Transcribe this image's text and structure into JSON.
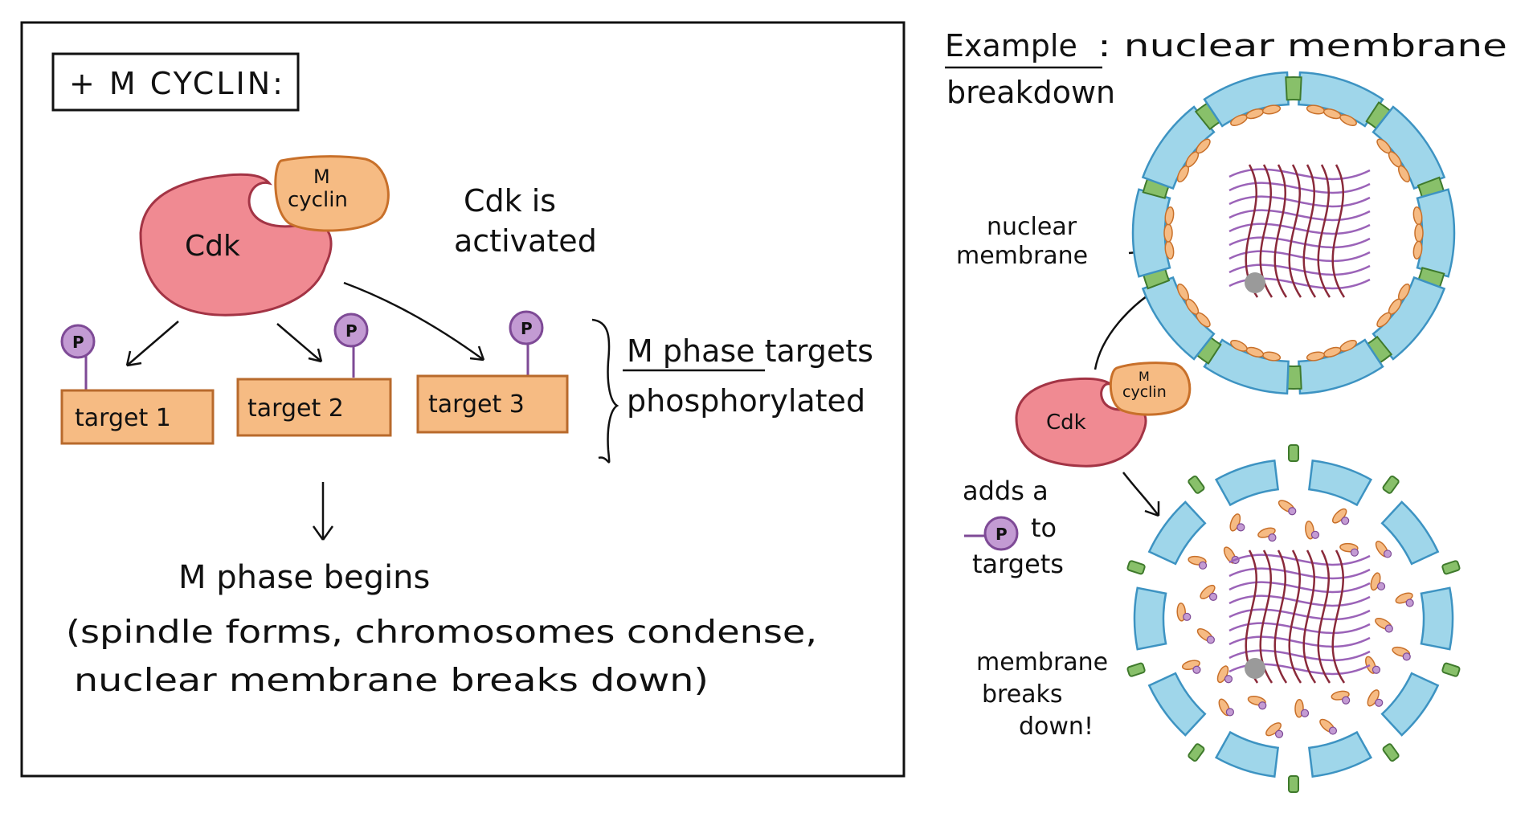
{
  "colors": {
    "cdk": "#f08a92",
    "cdk_stroke": "#a33445",
    "cyclin": "#f6bb83",
    "cyclin_stroke": "#c8702a",
    "target": "#f6bb83",
    "target_stroke": "#b86a2c",
    "phosphate": "#c39bd3",
    "phosphate_stroke": "#7e4a96",
    "membrane": "#9fd6ea",
    "membrane_stroke": "#3d93c2",
    "pore": "#88c06a",
    "pore_stroke": "#3f7a2c",
    "chromatin_purple": "#9b63b8",
    "chromatin_red": "#8a2a3a",
    "nucleolus": "#9a9a9a"
  },
  "left_panel": {
    "header": "+ M CYCLIN:",
    "cdk_label": "Cdk",
    "cyclin_label_line1": "M",
    "cyclin_label_line2": "cyclin",
    "activated_line1": "Cdk is",
    "activated_line2": "activated",
    "phosphate_label": "P",
    "targets": [
      "target 1",
      "target 2",
      "target 3"
    ],
    "targets_note_line1": "M phase targets",
    "targets_note_line2": "phosphorylated",
    "begins_line1": "M phase begins",
    "begins_line2": "(spindle forms, chromosomes condense,",
    "begins_line3": "nuclear membrane breaks down)"
  },
  "right_panel": {
    "example_word": "Example",
    "title_rest": ": nuclear membrane",
    "title_line2": "breakdown",
    "nuclear_membrane_line1": "nuclear",
    "nuclear_membrane_line2": "membrane",
    "cdk_label": "Cdk",
    "cyclin_label_line1": "M",
    "cyclin_label_line2": "cyclin",
    "adds_a": "adds a",
    "phosphate_label": "P",
    "to": "to",
    "targets_word": "targets",
    "breaks_line1": "membrane",
    "breaks_line2": "breaks",
    "breaks_line3": "down!"
  }
}
